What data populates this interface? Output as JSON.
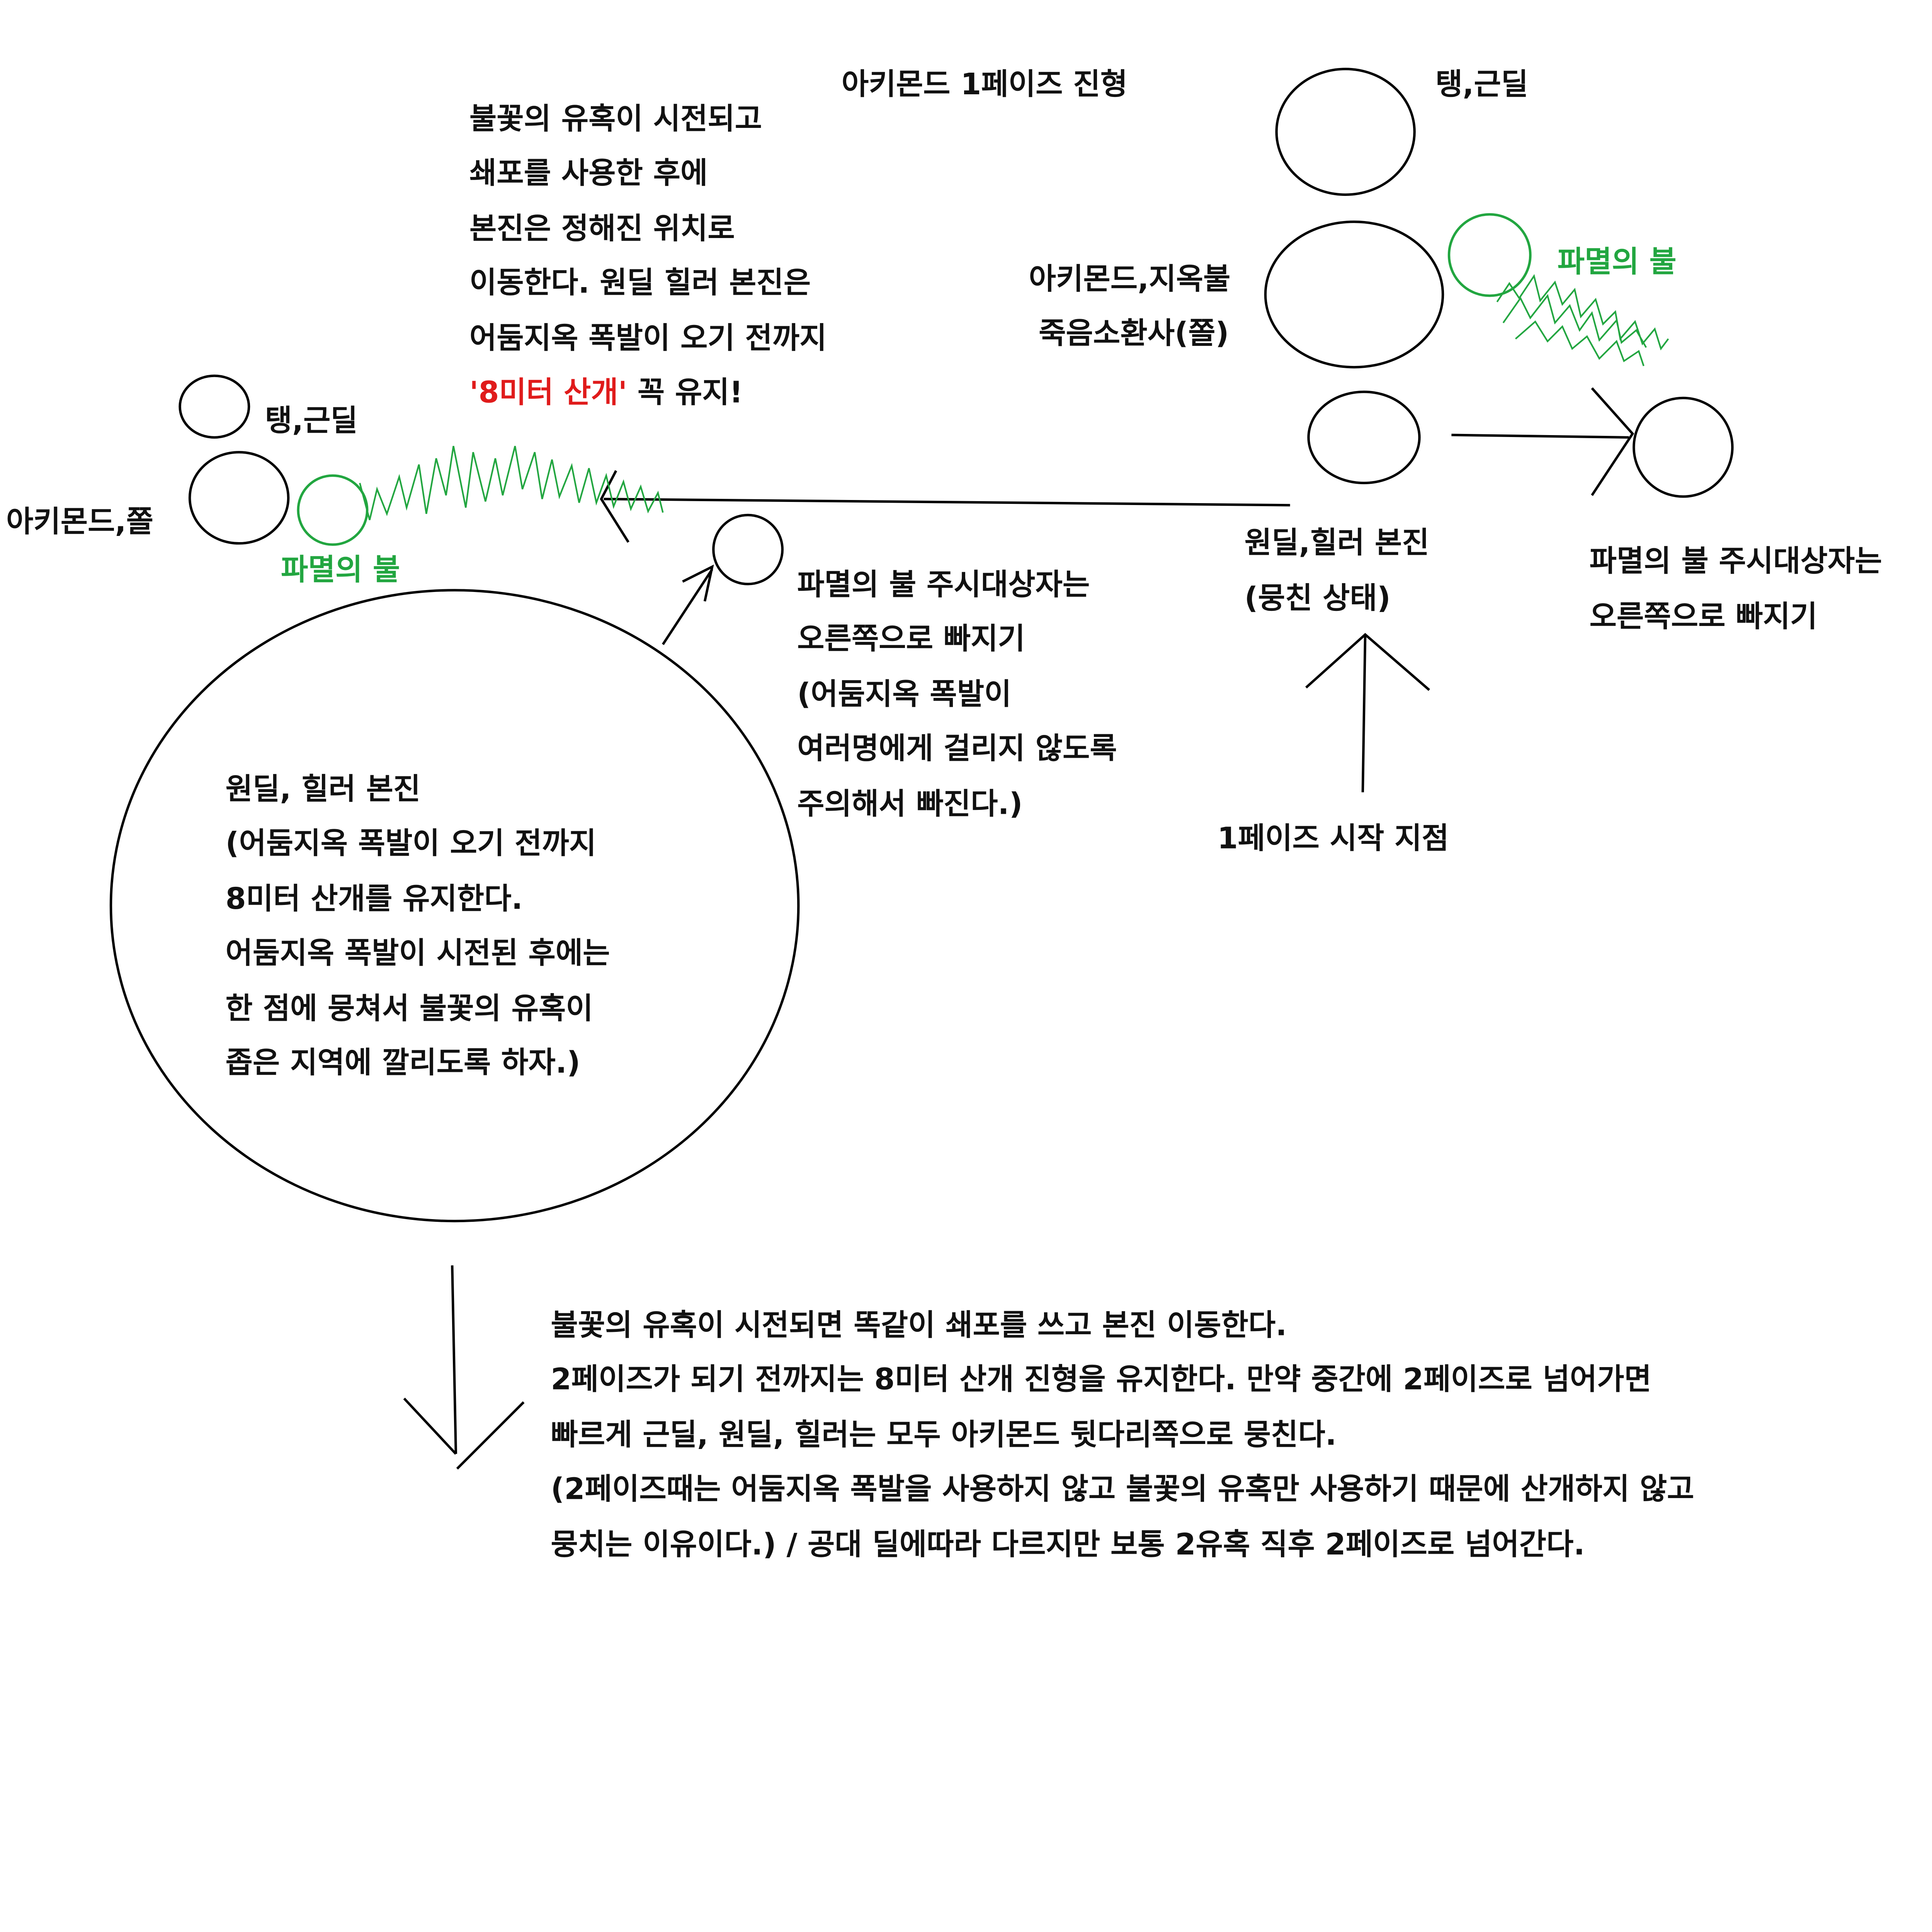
{
  "title": "아키몬드 1페이즈 진형",
  "colors": {
    "accent_green": "#22a640",
    "warning_red": "#e01b1b"
  },
  "top_note": {
    "lines": [
      "불꽃의 유혹이 시전되고",
      "쇄포를 사용한 후에",
      "본진은 정해진 위치로",
      "이동한다. 원딜 힐러 본진은",
      "어둠지옥 폭발이 오기 전까지"
    ],
    "last_red": "'8미터 산개'",
    "last_rest": " 꼭 유지!"
  },
  "right_group": {
    "tank_label": "탱,근딜",
    "boss_label_1": "아키몬드,지옥불",
    "boss_label_2": "죽음소환사(쫄)",
    "fire_label": "파멸의 불",
    "ranged_label_1": "원딜,힐러 본진",
    "ranged_label_2": "(뭉친 상태)",
    "fire_target_1": "파멸의 불 주시대상자는",
    "fire_target_2": "오른쪽으로 빠지기",
    "start_label": "1페이즈 시작 지점"
  },
  "left_group": {
    "tank_label": "탱,근딜",
    "boss_label": "아키몬드,쫄",
    "fire_label": "파멸의 불",
    "fire_target_lines": [
      "파멸의 불 주시대상자는",
      "오른쪽으로 빠지기",
      "(어둠지옥 폭발이",
      "여러명에게 걸리지 않도록",
      "주의해서 빠진다.)"
    ],
    "big_circle_lines": [
      "원딜, 힐러 본진",
      "(어둠지옥 폭발이 오기 전까지",
      "8미터 산개를 유지한다.",
      "어둠지옥 폭발이 시전된 후에는",
      "한 점에 뭉쳐서 불꽃의 유혹이",
      "좁은 지역에 깔리도록 하자.)"
    ]
  },
  "bottom_note": {
    "lines": [
      "불꽃의 유혹이 시전되면 똑같이 쇄포를 쓰고 본진 이동한다.",
      "2페이즈가 되기 전까지는 8미터 산개 진형을 유지한다. 만약 중간에 2페이즈로 넘어가면",
      "빠르게 근딜, 원딜, 힐러는 모두 아키몬드 뒷다리쪽으로 뭉친다.",
      "(2페이즈때는 어둠지옥 폭발을 사용하지 않고 불꽃의 유혹만 사용하기 때문에 산개하지 않고",
      "뭉치는 이유이다.) / 공대 딜에따라 다르지만 보통 2유혹 직후 2페이즈로 넘어간다."
    ]
  }
}
